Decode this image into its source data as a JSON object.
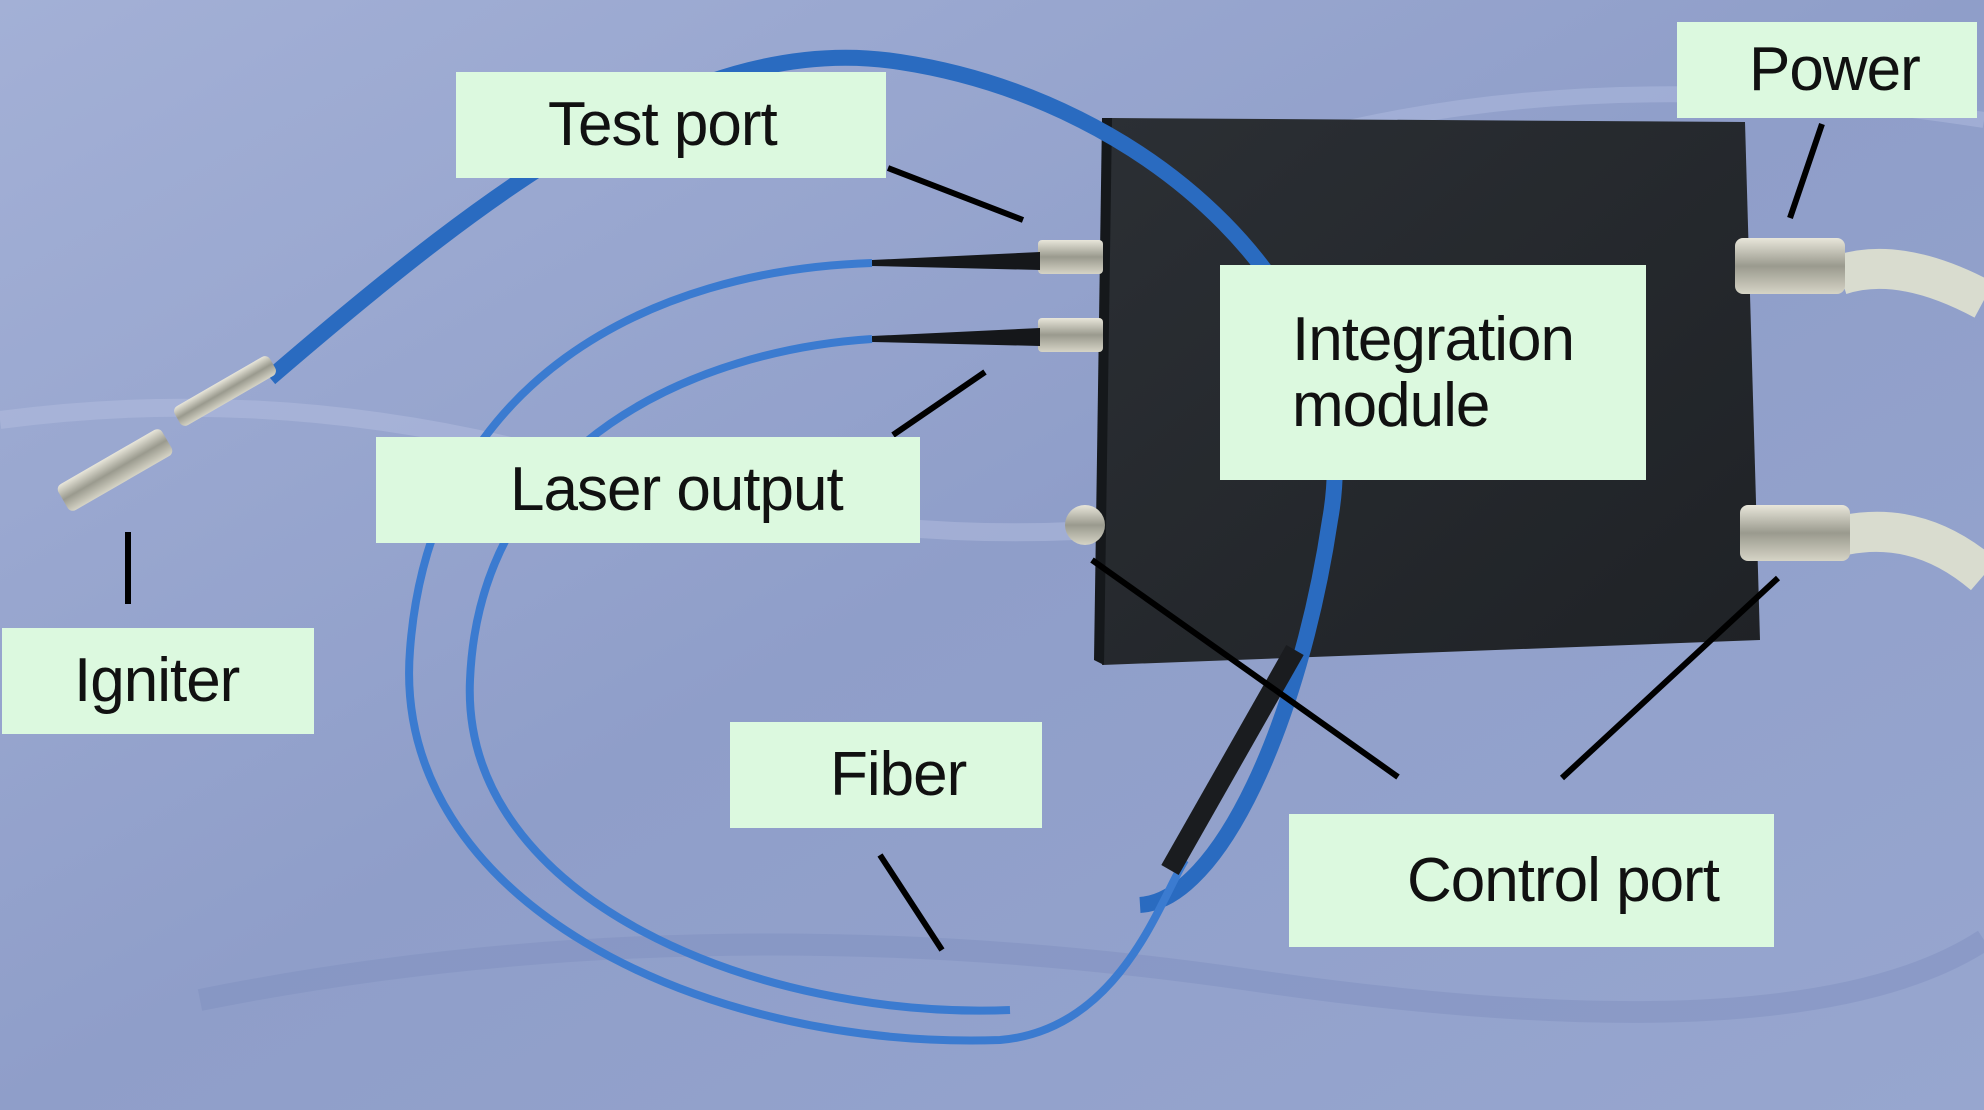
{
  "labels": {
    "test_port": "Test port",
    "power": "Power",
    "integration_line1": "Integration",
    "integration_line2": "module",
    "laser_output": "Laser output",
    "igniter": "Igniter",
    "fiber": "Fiber",
    "control_port": "Control port"
  },
  "colors": {
    "background_cloth": "#8f9ec9",
    "label_fill": "#dcf9df",
    "fiber_blue": "#2a6bc0",
    "module_body": "#262a2e",
    "cable_gray": "#d9dccf",
    "leader_line": "#000000"
  }
}
